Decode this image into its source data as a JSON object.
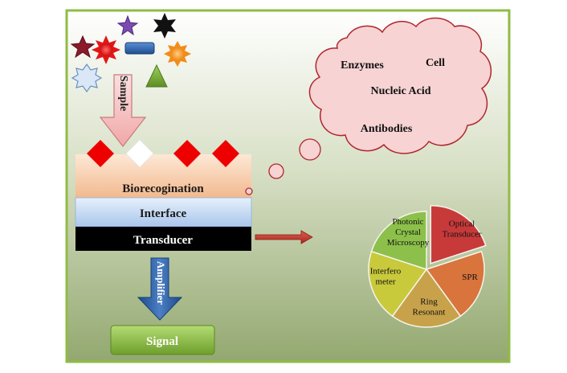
{
  "sample": {
    "label": "Sample"
  },
  "cloud": {
    "items": [
      "Enzymes",
      "Cell",
      "Nucleic Acid",
      "Antibodies"
    ]
  },
  "layers": {
    "biorecognition": "Biorecogination",
    "interface": "Interface",
    "transducer": "Transducer"
  },
  "amplifier": {
    "label": "Amplifier"
  },
  "signal": {
    "label": "Signal"
  },
  "pie": {
    "slices": [
      {
        "label": "Optical Transducer",
        "color": "#c83a3a",
        "exploded": true
      },
      {
        "label": "SPR",
        "color": "#d9743c",
        "exploded": false
      },
      {
        "label": "Ring Resonant",
        "color": "#c8a24a",
        "exploded": false
      },
      {
        "label": "Interfero meter",
        "color": "#c9c93c",
        "exploded": false
      },
      {
        "label": "Photonic Crystal Microscopy",
        "color": "#8cc04a",
        "exploded": false
      }
    ]
  },
  "colors": {
    "background_top": "#ffffff",
    "background_bottom": "#93a870",
    "border": "#8fbc45",
    "cloud_fill": "#f7d3d3",
    "cloud_stroke": "#b0262e",
    "biorecognition_fill": "#f4c7a3",
    "interface_fill": "#c6dbf4",
    "transducer_fill": "#000000",
    "amplifier_fill": "#2a5aa0",
    "signal_fill": "#8dc03e",
    "arrow_red": "#c0392b"
  }
}
